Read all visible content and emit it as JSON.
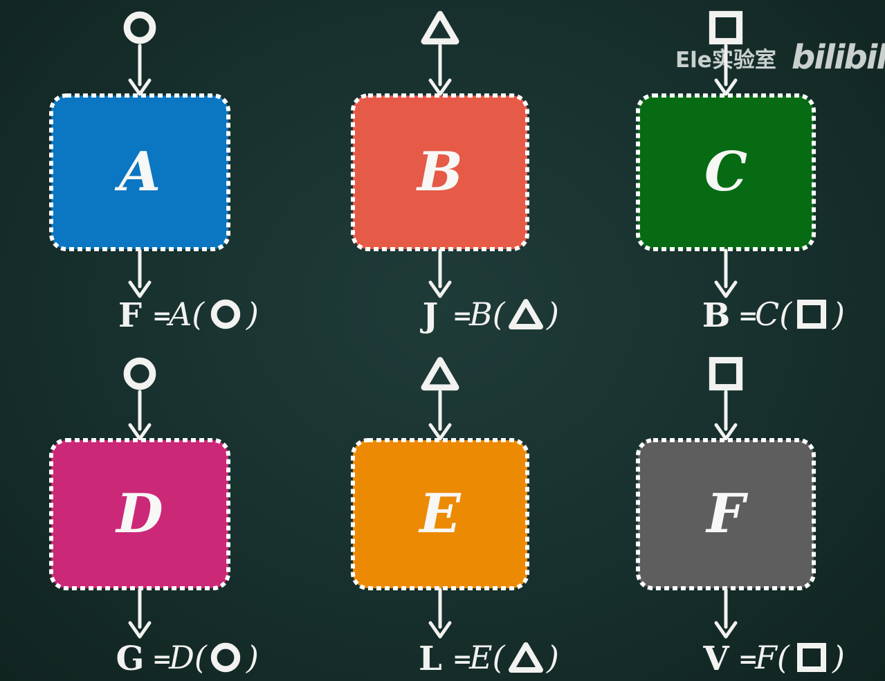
{
  "watermark": {
    "name": "Ele实验室",
    "logo": "bilibili"
  },
  "colors": {
    "background": "#17302d",
    "chalk": "#f2f2f0",
    "box_A": "#0b76c2",
    "box_B": "#e65a48",
    "box_C": "#066b13",
    "box_D": "#cb2878",
    "box_E": "#ec8a04",
    "box_F": "#5e5e5e"
  },
  "units": [
    {
      "id": "A",
      "letter": "A",
      "input_symbol": "circle-icon",
      "output_var": "F",
      "output_eq": "=",
      "output_func": "A(",
      "output_close": ")",
      "color_key": "box_A"
    },
    {
      "id": "B",
      "letter": "B",
      "input_symbol": "triangle-icon",
      "output_var": "J",
      "output_eq": "=",
      "output_func": "B(",
      "output_close": ")",
      "color_key": "box_B"
    },
    {
      "id": "C",
      "letter": "C",
      "input_symbol": "square-icon",
      "output_var": "B",
      "output_eq": "=",
      "output_func": "C(",
      "output_close": ")",
      "color_key": "box_C"
    },
    {
      "id": "D",
      "letter": "D",
      "input_symbol": "circle-icon",
      "output_var": "G",
      "output_eq": "=",
      "output_func": "D(",
      "output_close": ")",
      "color_key": "box_D"
    },
    {
      "id": "E",
      "letter": "E",
      "input_symbol": "triangle-icon",
      "output_var": "L",
      "output_eq": "=",
      "output_func": "E(",
      "output_close": ")",
      "color_key": "box_E"
    },
    {
      "id": "F",
      "letter": "F",
      "input_symbol": "square-icon",
      "output_var": "V",
      "output_eq": "=",
      "output_func": "F(",
      "output_close": ")",
      "color_key": "box_F"
    }
  ]
}
